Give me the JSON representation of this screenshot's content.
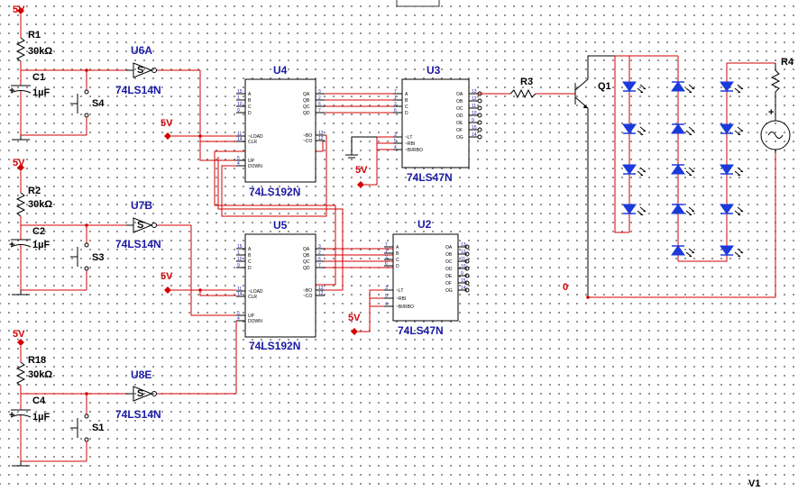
{
  "power": {
    "vcc": "5V",
    "gnd": "0"
  },
  "passives": {
    "r1": {
      "ref": "R1",
      "value": "30kΩ"
    },
    "r2": {
      "ref": "R2",
      "value": "30kΩ"
    },
    "r18": {
      "ref": "R18",
      "value": "30kΩ"
    },
    "r3": {
      "ref": "R3"
    },
    "r4": {
      "ref": "R4"
    },
    "c1": {
      "ref": "C1",
      "value": "1µF"
    },
    "c2": {
      "ref": "C2",
      "value": "1µF"
    },
    "c4": {
      "ref": "C4",
      "value": "1µF"
    }
  },
  "switches": {
    "s4": "S4",
    "s3": "S3",
    "s1": "S1"
  },
  "inverters": {
    "u6a": {
      "ref": "U6A",
      "part": "74LS14N"
    },
    "u7b": {
      "ref": "U7B",
      "part": "74LS14N"
    },
    "u8e": {
      "ref": "U8E",
      "part": "74LS14N"
    }
  },
  "counters": {
    "u4": {
      "ref": "U4",
      "part": "74LS192N"
    },
    "u5": {
      "ref": "U5",
      "part": "74LS192N"
    }
  },
  "decoders": {
    "u3": {
      "ref": "U3",
      "part": "74LS47N"
    },
    "u2": {
      "ref": "U2",
      "part": "74LS47N"
    }
  },
  "transistor": {
    "ref": "Q1"
  },
  "source": {
    "ref": "V1"
  },
  "pins192": {
    "left_nums": [
      "15",
      "1",
      "10",
      "9",
      "11",
      "14",
      "5",
      "4"
    ],
    "left_names": [
      "A",
      "B",
      "C",
      "D",
      "~LOAD",
      "CLR",
      "UP",
      "DOWN"
    ],
    "right_names": [
      "QA",
      "QB",
      "QC",
      "QD",
      "~BO",
      "~CO"
    ],
    "right_nums": [
      "3",
      "2",
      "6",
      "7",
      "13",
      "12"
    ]
  },
  "pins47": {
    "left_nums": [
      "7",
      "1",
      "2",
      "6",
      "3",
      "5",
      "4"
    ],
    "left_names": [
      "A",
      "B",
      "C",
      "D",
      "~LT",
      "~RBI",
      "~BI/RBO"
    ],
    "right_names": [
      "OA",
      "OB",
      "OC",
      "OD",
      "OE",
      "OF",
      "OG"
    ],
    "right_nums": [
      "13",
      "12",
      "11",
      "10",
      "9",
      "15",
      "14"
    ]
  }
}
